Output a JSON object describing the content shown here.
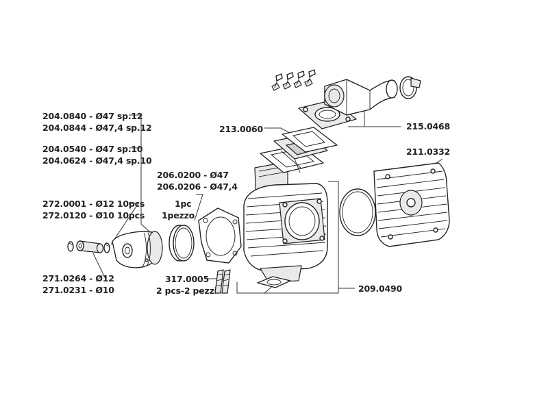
{
  "labels": {
    "piston_1": "204.0840 - Ø47 sp.12",
    "piston_2": "204.0844 - Ø47,4 sp.12",
    "piston_3": "204.0540 - Ø47 sp.10",
    "piston_4": "204.0624 - Ø47,4 sp.10",
    "pin_clip_1": "272.0001 - Ø12 10pcs",
    "pin_clip_2": "272.0120 - Ø10 10pcs",
    "pin_1": "271.0264 - Ø12",
    "pin_2": "271.0231 - Ø10",
    "rings_1": "206.0200 - Ø47",
    "rings_2": "206.0206 - Ø47,4",
    "rings_qty_1": "1pc",
    "rings_qty_2": "1pezzo",
    "studs_1": "317.0005",
    "studs_2": "2 pcs-2 pezzi",
    "reed": "213.0060",
    "intake": "215.0468",
    "head": "211.0332",
    "cylinder": "209.0490"
  }
}
